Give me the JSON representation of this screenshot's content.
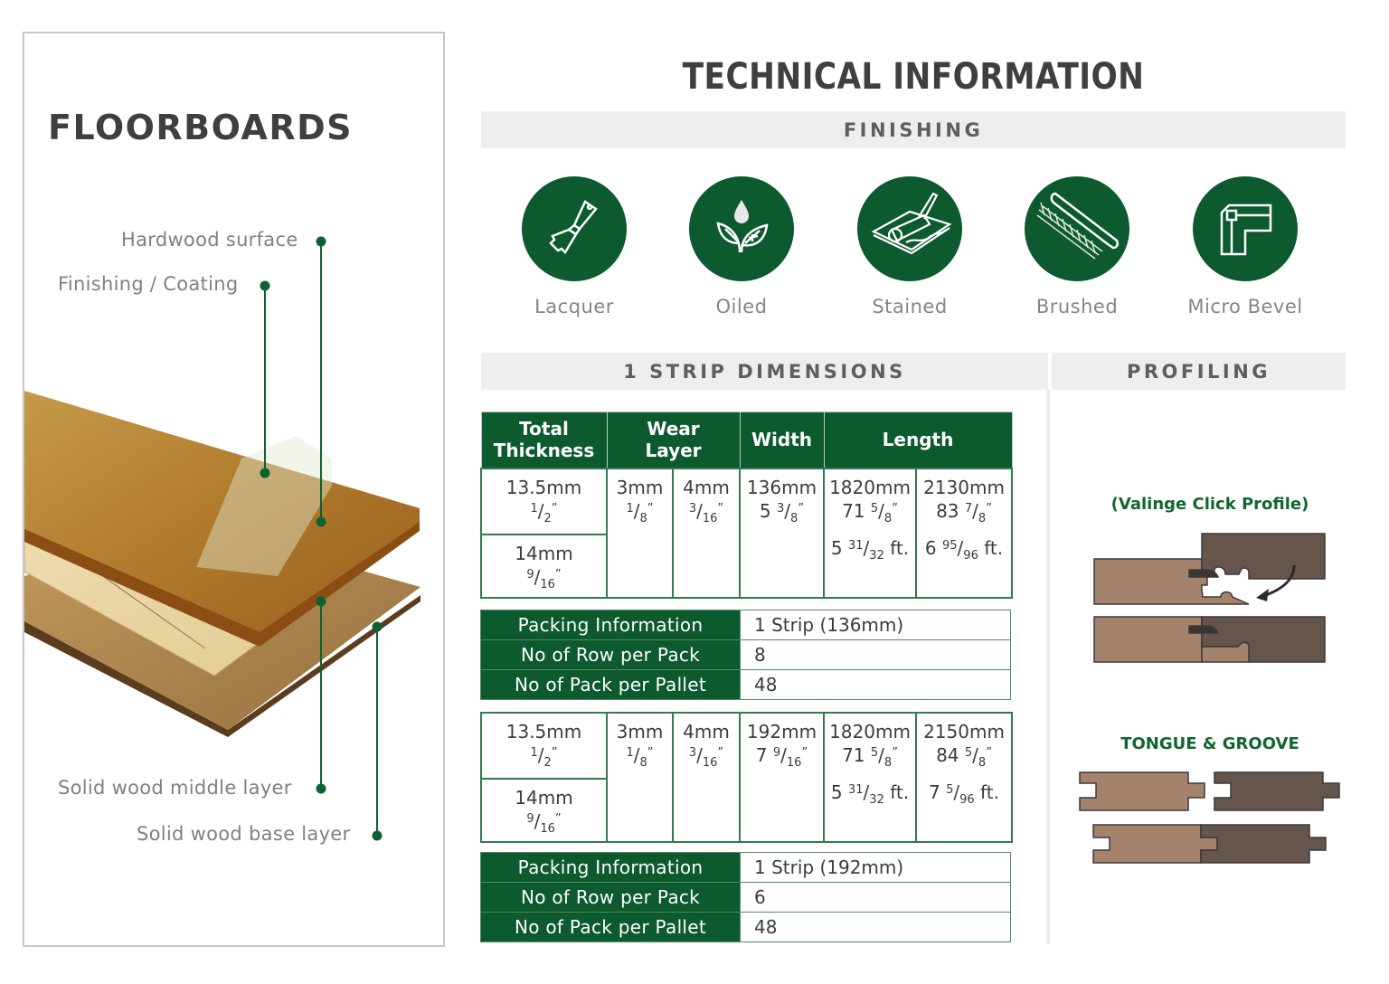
{
  "left_panel": {
    "title": "FLOORBOARDS",
    "layers": [
      {
        "label": "Hardwood surface"
      },
      {
        "label": "Finishing / Coating"
      },
      {
        "label": "Solid wood middle layer"
      },
      {
        "label": "Solid wood base layer"
      }
    ]
  },
  "header": {
    "title": "TECHNICAL INFORMATION"
  },
  "finishing": {
    "heading": "FINISHING",
    "items": [
      {
        "label": "Lacquer",
        "icon": "paintbrush-icon"
      },
      {
        "label": "Oiled",
        "icon": "oil-drop-leaf-icon"
      },
      {
        "label": "Stained",
        "icon": "stain-roller-icon"
      },
      {
        "label": "Brushed",
        "icon": "brush-icon"
      },
      {
        "label": "Micro Bevel",
        "icon": "bevel-profile-icon"
      }
    ]
  },
  "dimensions": {
    "heading": "1 STRIP DIMENSIONS",
    "columns": [
      "Total Thickness",
      "Wear Layer",
      "Width",
      "Length"
    ],
    "column_lines": {
      "total_1": "Total",
      "total_2": "Thickness",
      "wear_1": "Wear",
      "wear_2": "Layer",
      "width": "Width",
      "length": "Length"
    },
    "tables": [
      {
        "thickness": [
          {
            "mm": "13.5mm",
            "num": "1",
            "den": "2",
            "unit": "”"
          },
          {
            "mm": "14mm",
            "num": "9",
            "den": "16",
            "unit": "”"
          }
        ],
        "wear": [
          {
            "mm": "3mm",
            "num": "1",
            "den": "8",
            "unit": "”"
          },
          {
            "mm": "4mm",
            "num": "3",
            "den": "16",
            "unit": "”"
          }
        ],
        "width": {
          "mm": "136mm",
          "whole": "5 ",
          "num": "3",
          "den": "8",
          "unit": "”"
        },
        "length": [
          {
            "mm": "1820mm",
            "whole": "71 ",
            "num": "5",
            "den": "8",
            "unit": "”",
            "ft_whole": "5 ",
            "ft_num": "31",
            "ft_den": "32",
            "ft_unit": " ft."
          },
          {
            "mm": "2130mm",
            "whole": "83 ",
            "num": "7",
            "den": "8",
            "unit": "”",
            "ft_whole": "6 ",
            "ft_num": "95",
            "ft_den": "96",
            "ft_unit": " ft."
          }
        ],
        "packing": [
          {
            "key": "Packing Information",
            "value": "1 Strip (136mm)"
          },
          {
            "key": "No of Row per Pack",
            "value": "8"
          },
          {
            "key": "No of Pack per Pallet",
            "value": "48"
          }
        ]
      },
      {
        "thickness": [
          {
            "mm": "13.5mm",
            "num": "1",
            "den": "2",
            "unit": "”"
          },
          {
            "mm": "14mm",
            "num": "9",
            "den": "16",
            "unit": "”"
          }
        ],
        "wear": [
          {
            "mm": "3mm",
            "num": "1",
            "den": "8",
            "unit": "”"
          },
          {
            "mm": "4mm",
            "num": "3",
            "den": "16",
            "unit": "”"
          }
        ],
        "width": {
          "mm": "192mm",
          "whole": "7 ",
          "num": "9",
          "den": "16",
          "unit": "”"
        },
        "length": [
          {
            "mm": "1820mm",
            "whole": "71 ",
            "num": "5",
            "den": "8",
            "unit": "”",
            "ft_whole": "5 ",
            "ft_num": "31",
            "ft_den": "32",
            "ft_unit": " ft."
          },
          {
            "mm": "2150mm",
            "whole": "84 ",
            "num": "5",
            "den": "8",
            "unit": "”",
            "ft_whole": "7 ",
            "ft_num": "5",
            "ft_den": "96",
            "ft_unit": " ft."
          }
        ],
        "packing": [
          {
            "key": "Packing Information",
            "value": "1 Strip (192mm)"
          },
          {
            "key": "No of Row per Pack",
            "value": "6"
          },
          {
            "key": "No of Pack per Pallet",
            "value": "48"
          }
        ]
      }
    ]
  },
  "profiling": {
    "heading": "PROFILING",
    "profiles": [
      {
        "label": "(Valinge Click Profile)"
      },
      {
        "label": "TONGUE & GROOVE"
      }
    ]
  },
  "colors": {
    "brand_green": "#0c5a2e",
    "title_gray": "#3f3f3e",
    "bar_gray": "#efeeec",
    "light_wood": "#a4826c",
    "dark_wood": "#65554b"
  }
}
